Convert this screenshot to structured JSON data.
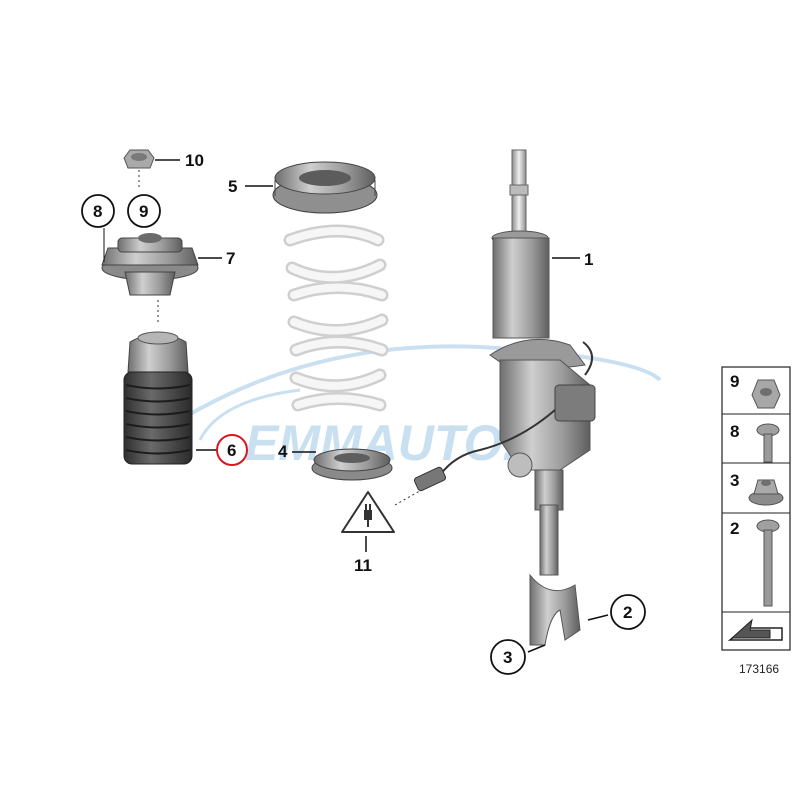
{
  "diagram": {
    "callouts": [
      {
        "id": "c1",
        "label": "1"
      },
      {
        "id": "c2",
        "label": "2"
      },
      {
        "id": "c3",
        "label": "3"
      },
      {
        "id": "c4",
        "label": "4"
      },
      {
        "id": "c5",
        "label": "5"
      },
      {
        "id": "c6",
        "label": "6",
        "highlighted": true
      },
      {
        "id": "c7",
        "label": "7"
      },
      {
        "id": "c8",
        "label": "8"
      },
      {
        "id": "c9",
        "label": "9"
      },
      {
        "id": "c10",
        "label": "10"
      },
      {
        "id": "c11",
        "label": "11"
      }
    ],
    "side_panel": {
      "items": [
        "9",
        "8",
        "3",
        "2"
      ]
    },
    "figure_number": "173166",
    "watermark_text": "EMMAUTO.RU",
    "colors": {
      "highlight_ring": "#d7191f",
      "part_gray": "#8a8a8a",
      "spring_white": "#f4f4f4",
      "boot_dark": "#4a4a4a",
      "watermark_blue": "#9ec7e6"
    }
  }
}
